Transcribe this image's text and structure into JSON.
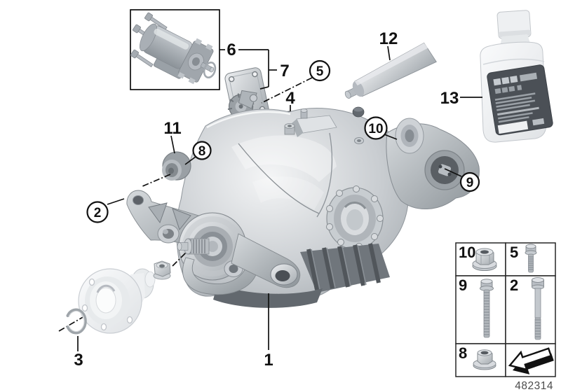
{
  "figure": {
    "drawing_number": "482314"
  },
  "callouts": {
    "n1": "1",
    "n2": "2",
    "n3": "3",
    "n4": "4",
    "n5": "5",
    "n6": "6",
    "n7": "7",
    "n8": "8",
    "n9": "9",
    "n10": "10",
    "n11": "11",
    "n12": "12",
    "n13": "13"
  },
  "legend": {
    "cells": [
      {
        "label": "10",
        "icon": "flange-nut-icon"
      },
      {
        "label": "5",
        "icon": "hex-flange-bolt-short-icon"
      },
      {
        "label": "9",
        "icon": "hex-flange-bolt-long-icon"
      },
      {
        "label": "2",
        "icon": "hex-bolt-icon"
      },
      {
        "label": "8",
        "icon": "flange-nut-icon"
      },
      {
        "label": "",
        "icon": "direction-arrow-icon"
      }
    ]
  },
  "colors": {
    "background": "#ffffff",
    "line_art": "#111111",
    "metal_light": "#e9ebed",
    "metal_mid": "#aab0b5",
    "metal_dark": "#6e747a",
    "bottle_label": "#4b5056",
    "drawing_number": "#4c4c4c"
  }
}
